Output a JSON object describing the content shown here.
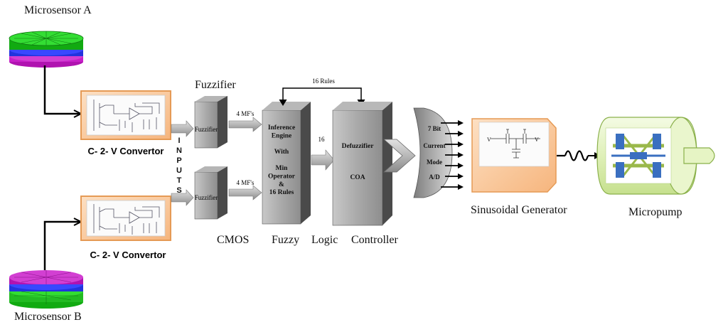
{
  "labels": {
    "microsensor_a": "Microsensor A",
    "microsensor_b": "Microsensor B",
    "converter_top": "C- 2- V Convertor",
    "converter_bottom": "C- 2- V Convertor",
    "fuzzifier_heading": "Fuzzifier",
    "fuzzifier_box_top": "Fuzzifier",
    "fuzzifier_box_bottom": "Fuzzifier",
    "mf_top": "4 MF's",
    "mf_bottom": "4 MF's",
    "inputs_vertical": "INPUTS",
    "rules_feedback": "16 Rules",
    "inference_lines": [
      "Inference",
      "Engine",
      "",
      "With",
      "",
      "Min",
      "Operator",
      "&",
      "16 Rules"
    ],
    "bus_width": "16",
    "defuzzifier": "Defuzzifier",
    "coa": "COA",
    "ad_lines": [
      "7 Bit",
      "Current",
      "Mode",
      "A/D"
    ],
    "sinusoidal_generator": "Sinusoidal Generator",
    "micropump": "Micropump",
    "bottom_caption": [
      "CMOS",
      "Fuzzy",
      "Logic",
      "Controller"
    ]
  },
  "colors": {
    "sensor_green": "#22cc22",
    "sensor_blue": "#3344ff",
    "sensor_magenta": "#cc22cc",
    "converter_fill": "#f9c99a",
    "converter_border": "#e59a55",
    "block_gray": "#8a8a8a",
    "pump_fill": "#e6f5c6",
    "pump_blue": "#3a6fc0"
  }
}
